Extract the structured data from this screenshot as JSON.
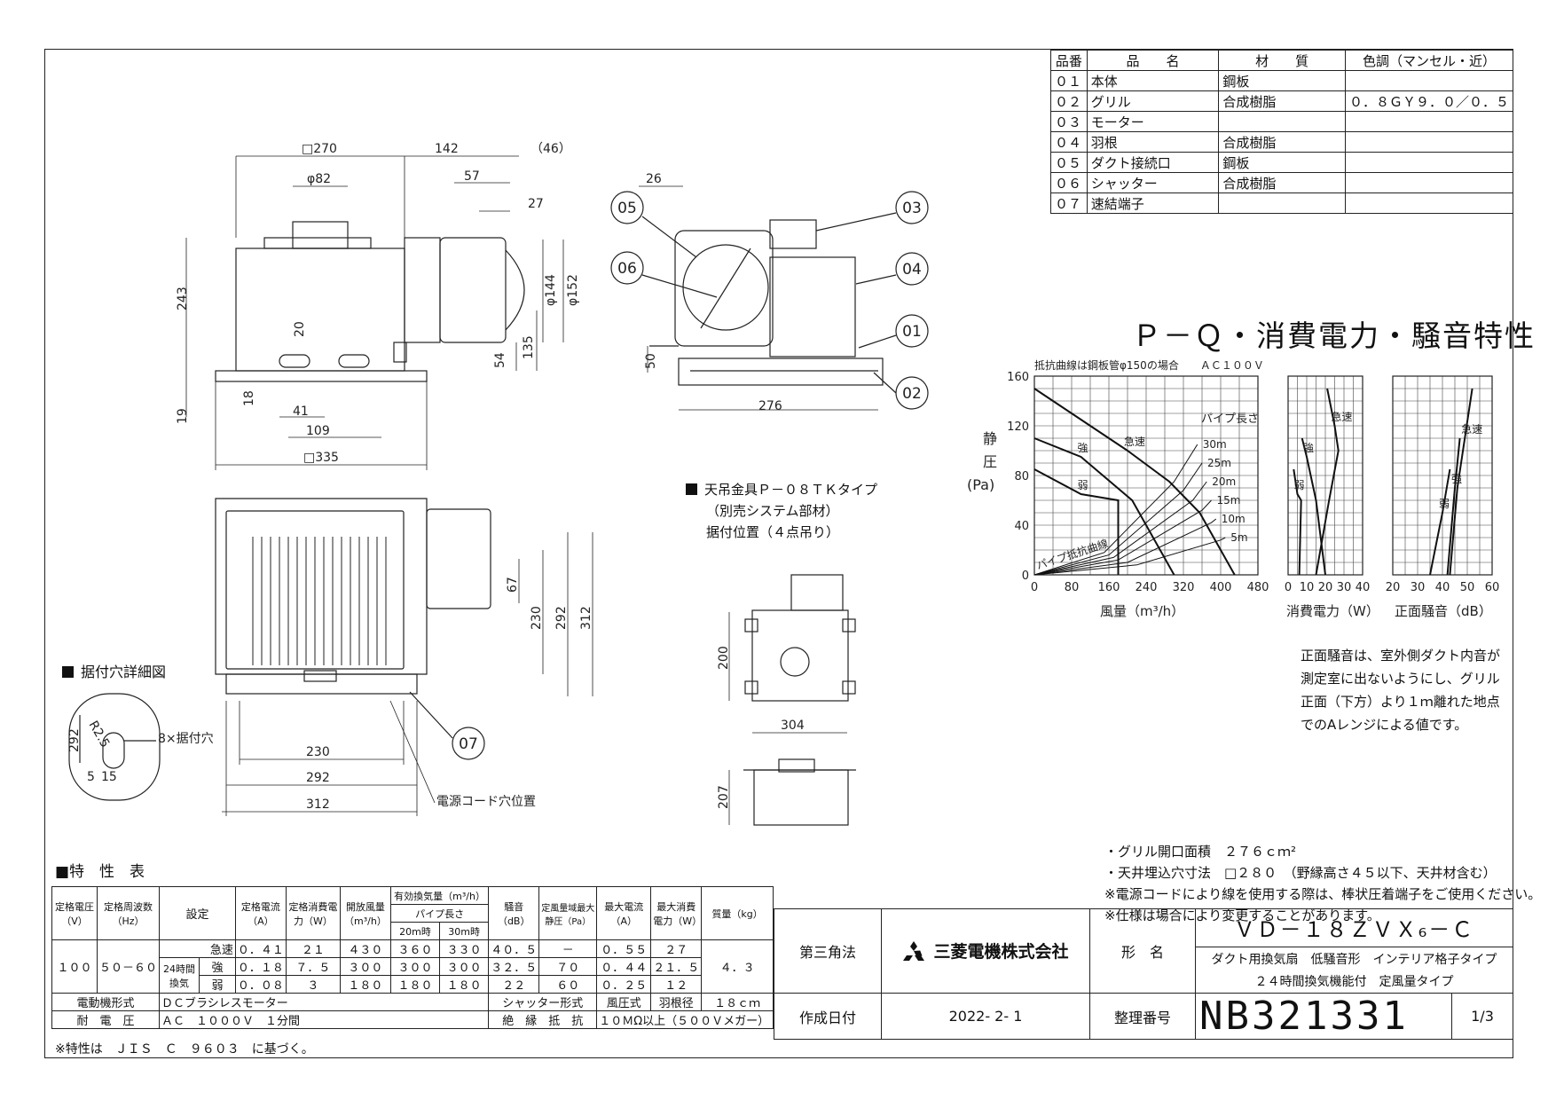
{
  "parts_table": {
    "headers": [
      "品番",
      "品　　名",
      "材　　質",
      "色調（マンセル・近）"
    ],
    "rows": [
      [
        "０１",
        "本体",
        "鋼板",
        ""
      ],
      [
        "０２",
        "グリル",
        "合成樹脂",
        "０．８ＧＹ９．０／０．５"
      ],
      [
        "０３",
        "モーター",
        "",
        ""
      ],
      [
        "０４",
        "羽根",
        "合成樹脂",
        ""
      ],
      [
        "０５",
        "ダクト接続口",
        "鋼板",
        ""
      ],
      [
        "０６",
        "シャッター",
        "合成樹脂",
        ""
      ],
      [
        "０７",
        "速結端子",
        "",
        ""
      ]
    ]
  },
  "drawing": {
    "dims_top": [
      "□270",
      "142",
      "（46）",
      "φ82",
      "57",
      "27",
      "26",
      "243",
      "φ144",
      "φ152",
      "20",
      "54",
      "135",
      "50",
      "18",
      "41",
      "109",
      "19",
      "□335",
      "276"
    ],
    "dims_bottom": [
      "67",
      "230",
      "292",
      "312",
      "230",
      "292",
      "312"
    ],
    "dims_mount": [
      "200",
      "304",
      "207"
    ],
    "part_labels": [
      "05",
      "06",
      "03",
      "04",
      "01",
      "02",
      "07"
    ],
    "hole_detail_title": "据付穴詳細図",
    "hole_dims": [
      "292",
      "R2.5",
      "5",
      "15"
    ],
    "hole_label": "8×据付穴",
    "cord_label": "電源コード穴位置",
    "mount_lines": [
      "天吊金具Ｐ－０８ＴＫタイプ",
      "（別売システム部材）",
      "据付位置（４点吊り）"
    ]
  },
  "pq": {
    "title": "Ｐ－Ｑ・消費電力・騒音特性",
    "note": "抵抗曲線は鋼板管φ150の場合　　ＡＣ１００Ｖ",
    "y_label": [
      "静",
      "圧",
      "(Pa)"
    ],
    "x_label": "風量（m³/h）",
    "power_label": "消費電力（W）",
    "noise_label": "正面騒音（dB）",
    "pipe_label": "パイプ長さ",
    "pipe_lengths": [
      "30m",
      "25m",
      "20m",
      "15m",
      "10m",
      "5m"
    ],
    "resistance_label": "パイプ抵抗曲線",
    "mode_labels": [
      "急速",
      "強",
      "弱"
    ],
    "caption": [
      "正面騒音は、室外側ダクト内音が",
      "測定室に出ないようにし、グリル",
      "正面（下方）より１ｍ離れた地点",
      "でのAレンジによる値です。"
    ]
  },
  "chart_data": [
    {
      "type": "line",
      "title": "",
      "xlabel": "風量（m³/h）",
      "ylabel": "静圧(Pa)",
      "xlim": [
        0,
        480
      ],
      "ylim": [
        0,
        160
      ],
      "x_ticks": [
        0,
        80,
        160,
        240,
        320,
        400,
        480
      ],
      "y_ticks": [
        0,
        40,
        80,
        120,
        160
      ],
      "series": [
        {
          "name": "急速",
          "x": [
            0,
            200,
            290,
            355,
            430
          ],
          "y": [
            150,
            100,
            75,
            50,
            0
          ]
        },
        {
          "name": "強",
          "x": [
            0,
            100,
            210,
            300
          ],
          "y": [
            110,
            95,
            60,
            0
          ]
        },
        {
          "name": "弱",
          "x": [
            0,
            100,
            180,
            180
          ],
          "y": [
            85,
            65,
            60,
            0
          ]
        },
        {
          "name": "30m",
          "x": [
            0,
            150,
            300,
            350
          ],
          "y": [
            0,
            18,
            75,
            105
          ]
        },
        {
          "name": "25m",
          "x": [
            0,
            160,
            320,
            360
          ],
          "y": [
            0,
            16,
            68,
            90
          ]
        },
        {
          "name": "20m",
          "x": [
            0,
            170,
            340,
            370
          ],
          "y": [
            0,
            14,
            60,
            75
          ]
        },
        {
          "name": "15m",
          "x": [
            0,
            180,
            360,
            380
          ],
          "y": [
            0,
            12,
            52,
            60
          ]
        },
        {
          "name": "10m",
          "x": [
            0,
            200,
            380,
            390
          ],
          "y": [
            0,
            10,
            42,
            45
          ]
        },
        {
          "name": "5m",
          "x": [
            0,
            220,
            400,
            410
          ],
          "y": [
            0,
            8,
            28,
            30
          ]
        }
      ]
    },
    {
      "type": "line",
      "title": "",
      "xlabel": "消費電力（W）",
      "xlim": [
        0,
        40
      ],
      "ylim": [
        0,
        160
      ],
      "x_ticks": [
        0,
        10,
        20,
        30,
        40
      ],
      "series": [
        {
          "name": "急速",
          "x": [
            21,
            25,
            27,
            22,
            15
          ],
          "y": [
            150,
            120,
            100,
            60,
            0
          ]
        },
        {
          "name": "強",
          "x": [
            7.5,
            10,
            15,
            20
          ],
          "y": [
            110,
            95,
            60,
            0
          ]
        },
        {
          "name": "弱",
          "x": [
            3,
            5,
            7,
            6
          ],
          "y": [
            85,
            65,
            60,
            0
          ]
        }
      ]
    },
    {
      "type": "line",
      "title": "",
      "xlabel": "正面騒音（dB）",
      "xlim": [
        20,
        60
      ],
      "ylim": [
        0,
        160
      ],
      "x_ticks": [
        20,
        30,
        40,
        50,
        60
      ],
      "series": [
        {
          "name": "急速",
          "x": [
            52,
            49,
            46,
            43
          ],
          "y": [
            150,
            110,
            70,
            0
          ]
        },
        {
          "name": "強",
          "x": [
            47,
            45,
            42
          ],
          "y": [
            110,
            70,
            0
          ]
        },
        {
          "name": "弱",
          "x": [
            43,
            40,
            35
          ],
          "y": [
            85,
            50,
            0
          ]
        }
      ]
    }
  ],
  "notes": [
    "・グリル開口面積　２７６ｃｍ²",
    "・天井埋込穴寸法　□２８０　（野縁高さ４５以下、天井材含む）",
    "※電源コードにより線を使用する際は、棒状圧着端子をご使用ください。",
    "※仕様は場合により変更することがあります。"
  ],
  "spec": {
    "title": "■特　性　表",
    "headers": {
      "voltage": "定格電圧（V）",
      "freq": "定格周波数（Hz）",
      "setting": "設定",
      "current": "定格電流（A）",
      "power": "定格消費電力（W）",
      "open_flow": "開放風量（m³/h）",
      "effective": "有効換気量（m³/h）",
      "pipe": "パイプ長さ",
      "m20": "20m時",
      "m30": "30m時",
      "noise": "騒音（dB）",
      "max_static": "定風量域最大静圧（Pa）",
      "max_current": "最大電流（A）",
      "max_power": "最大消費電力（W）",
      "mass": "質量（kg）"
    },
    "voltage": "１００",
    "freq": "５０－６０",
    "mass": "４．３",
    "vent_label": "24時間換気",
    "rows": [
      {
        "mode": "急速",
        "current": "０．４１",
        "power": "２１",
        "open": "４３０",
        "m20": "３６０",
        "m30": "３３０",
        "noise": "４０．５",
        "static": "－",
        "maxc": "０．５５",
        "maxp": "２７"
      },
      {
        "mode": "強",
        "current": "０．１８",
        "power": "７．５",
        "open": "３００",
        "m20": "３００",
        "m30": "３００",
        "noise": "３２．５",
        "static": "７０",
        "maxc": "０．４４",
        "maxp": "２１．５"
      },
      {
        "mode": "弱",
        "current": "０．０８",
        "power": "３",
        "open": "１８０",
        "m20": "１８０",
        "m30": "１８０",
        "noise": "２２",
        "static": "６０",
        "maxc": "０．２５",
        "maxp": "１２"
      }
    ],
    "motor_label": "電動機形式",
    "motor_value": "ＤＣブラシレスモーター",
    "shutter_label": "シャッター形式",
    "shutter_value": "風圧式",
    "blade_label": "羽根径",
    "blade_value": "１８ｃｍ",
    "withstand_label": "耐　電　圧",
    "withstand_value": "ＡＣ　１０００Ｖ　１分間",
    "insulation_label": "絶　縁　抵　抗",
    "insulation_value": "１０ＭΩ以上（５００Ｖメガー）",
    "footnote": "※特性は　ＪＩＳ　Ｃ　９６０３　に基づく。"
  },
  "title_block": {
    "projection": "第三角法",
    "company": "三菱電機株式会社",
    "model_label": "形　名",
    "model": "ＶＤ－１８ＺＶＸ₆－Ｃ",
    "desc1": "ダクト用換気扇　低騒音形　インテリア格子タイプ",
    "desc2": "２４時間換気機能付　定風量タイプ",
    "date_label": "作成日付",
    "date": "2022- 2- 1",
    "number_label": "整理番号",
    "number": "NB321331",
    "page": "1/3",
    "logo_color": "#111111"
  }
}
